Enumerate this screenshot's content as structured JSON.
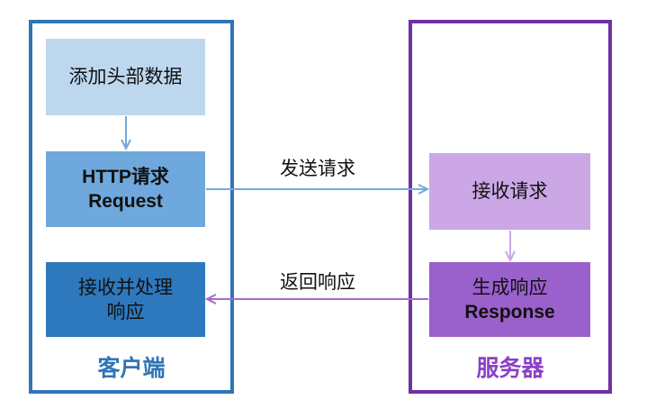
{
  "client": {
    "label": "客户端",
    "nodes": {
      "add_header": {
        "text": "添加头部数据"
      },
      "http_request": {
        "line1": "HTTP请求",
        "line2": "Request"
      },
      "receive_process": {
        "line1": "接收并处理",
        "line2": "响应"
      }
    }
  },
  "server": {
    "label": "服务器",
    "nodes": {
      "receive_request": {
        "text": "接收请求"
      },
      "generate_response": {
        "line1": "生成响应",
        "line2": "Response"
      }
    }
  },
  "arrows": {
    "send_request": "发送请求",
    "return_response": "返回响应"
  },
  "colors": {
    "client_border": "#2E75B6",
    "client_node_light": "#BDD7EE",
    "client_node_medium": "#6FA8DC",
    "client_node_dark": "#2E79BD",
    "client_label_text": "#2E75B6",
    "server_border": "#7030A0",
    "server_node_light": "#CBA7E6",
    "server_node_medium": "#9A60CC",
    "server_label_text": "#8B3FC6",
    "arrow_blue": "#74A9DC",
    "arrow_light_purple": "#C9A6E6",
    "arrow_purple": "#A668D0"
  }
}
